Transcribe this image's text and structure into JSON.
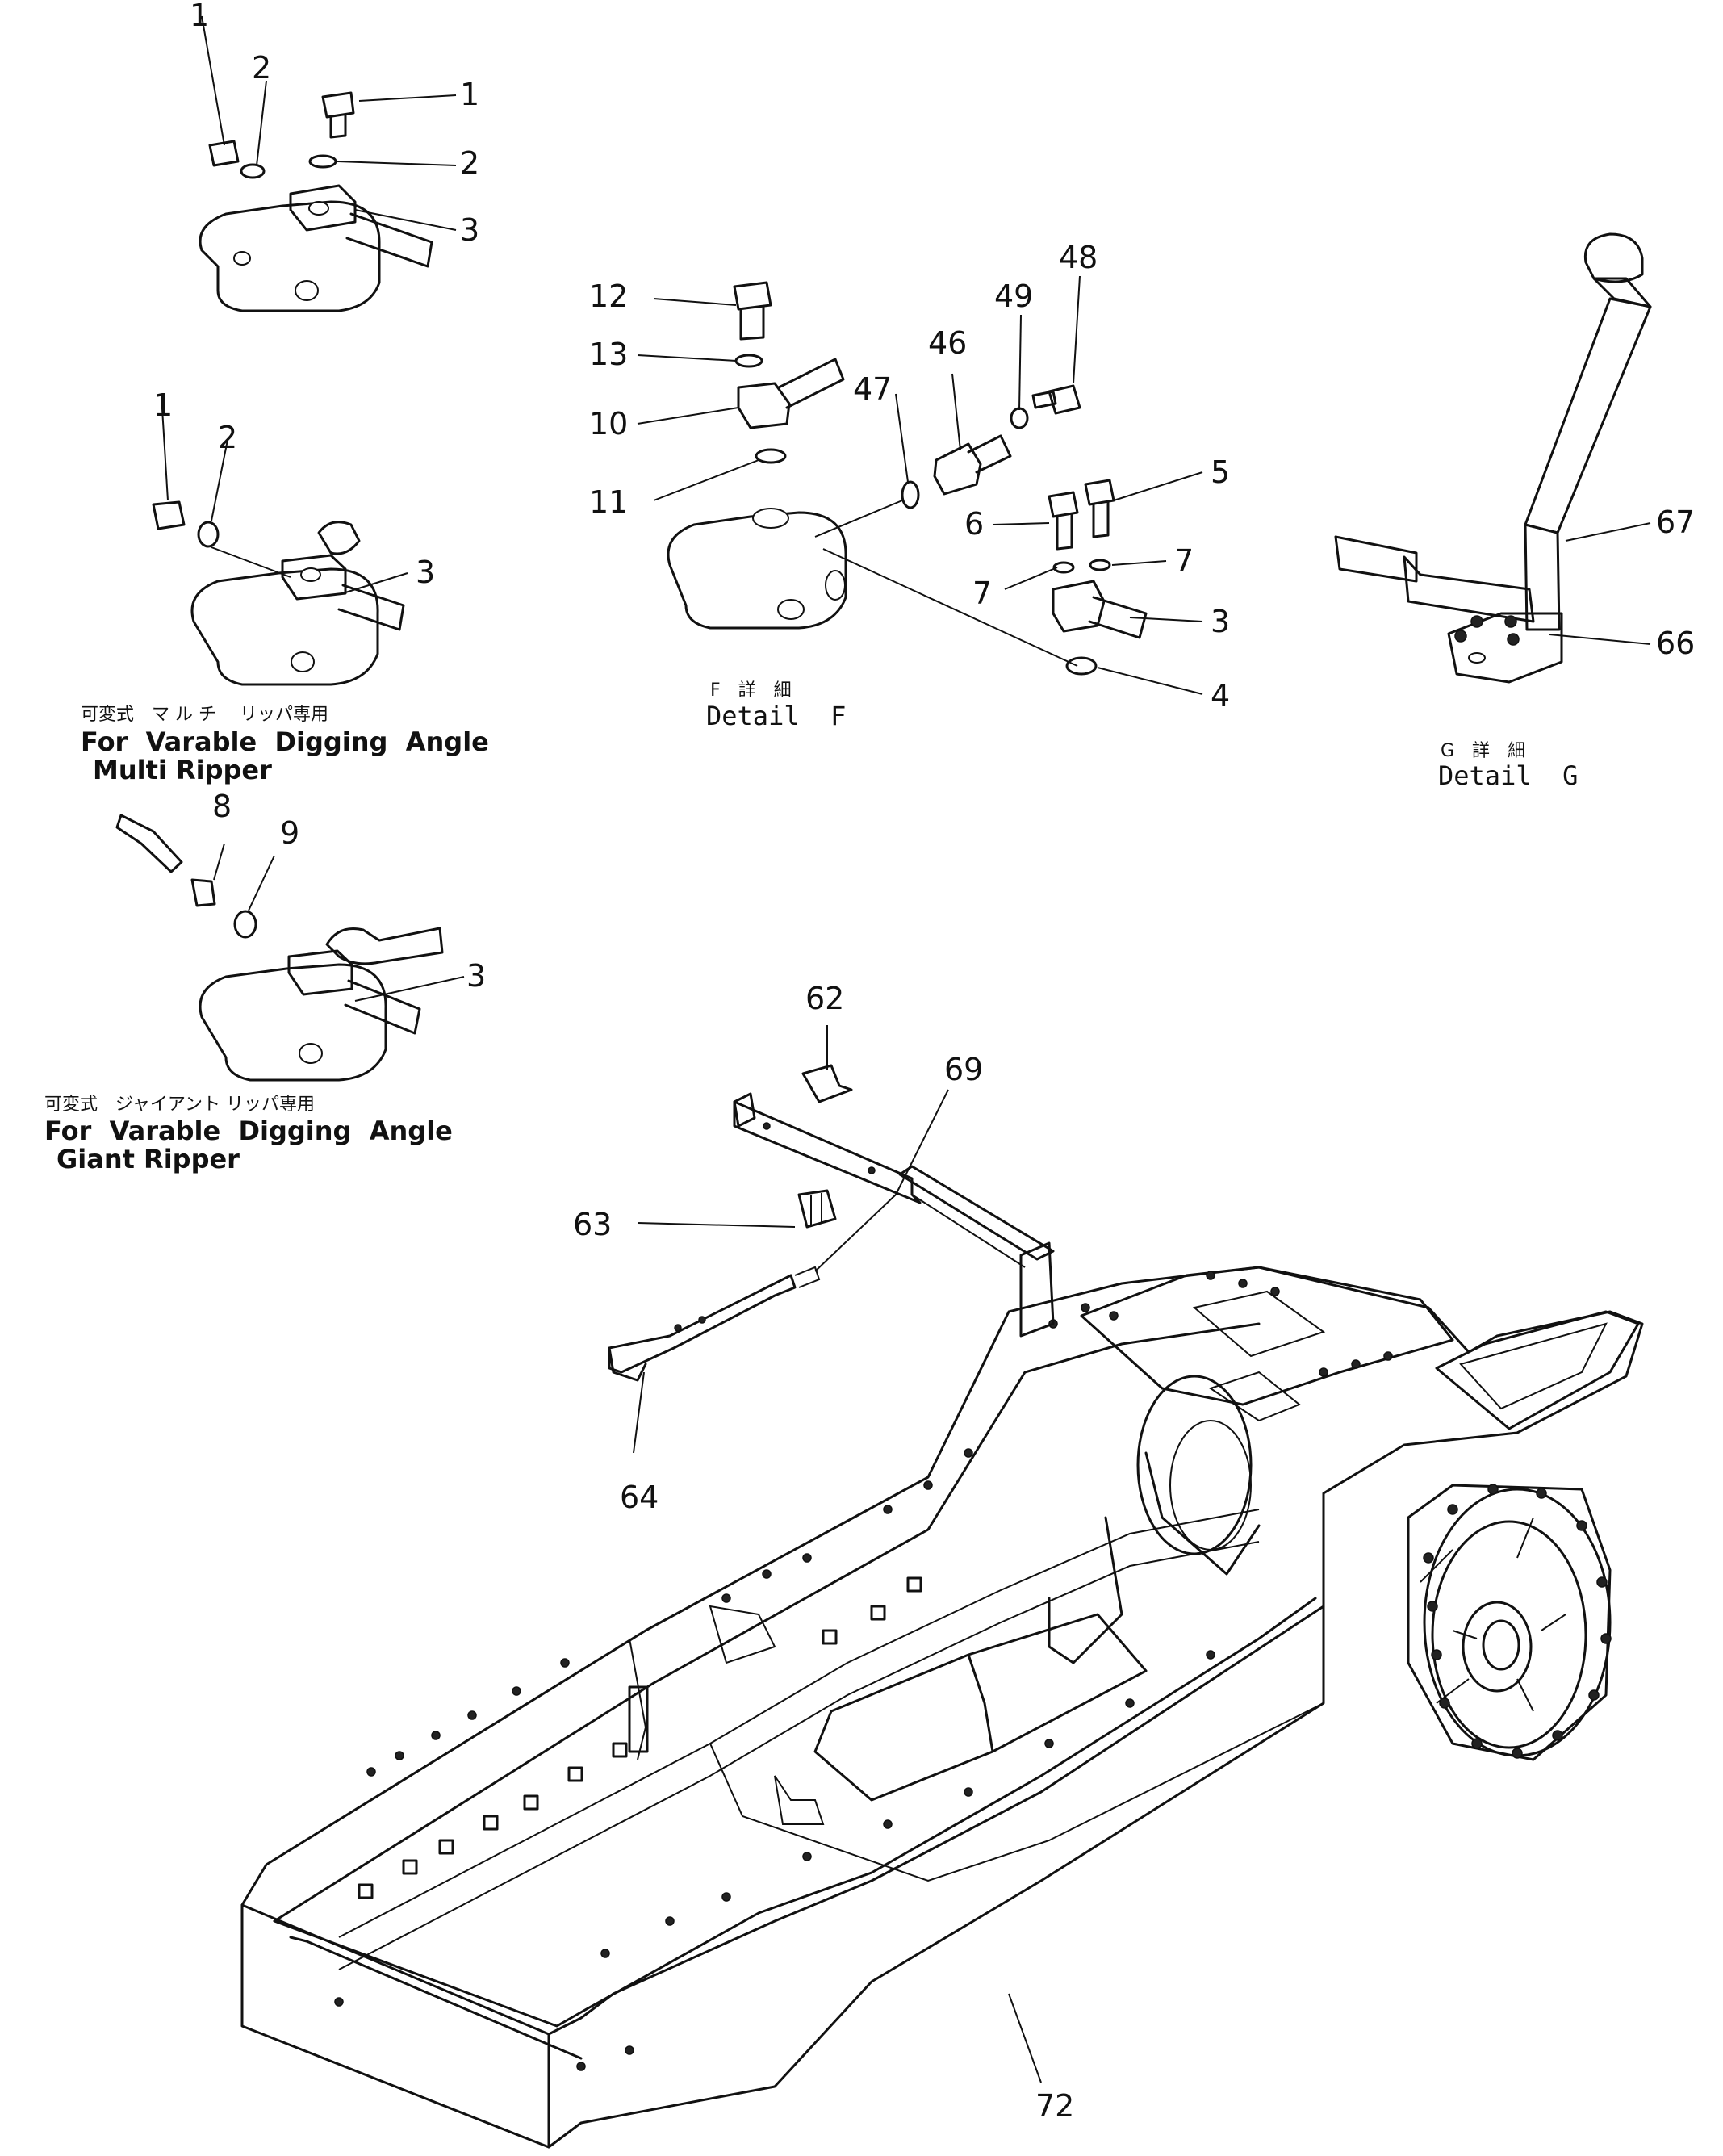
{
  "callouts": [
    {
      "key": "c1a",
      "text": "1"
    },
    {
      "key": "c2a",
      "text": "2"
    },
    {
      "key": "c1b",
      "text": "1"
    },
    {
      "key": "c2b",
      "text": "2"
    },
    {
      "key": "c3a",
      "text": "3"
    },
    {
      "key": "c1c",
      "text": "1"
    },
    {
      "key": "c2c",
      "text": "2"
    },
    {
      "key": "c3b",
      "text": "3"
    },
    {
      "key": "c8",
      "text": "8"
    },
    {
      "key": "c9",
      "text": "9"
    },
    {
      "key": "c3c",
      "text": "3"
    },
    {
      "key": "c12",
      "text": "12"
    },
    {
      "key": "c13",
      "text": "13"
    },
    {
      "key": "c10",
      "text": "10"
    },
    {
      "key": "c11",
      "text": "11"
    },
    {
      "key": "c47",
      "text": "47"
    },
    {
      "key": "c46",
      "text": "46"
    },
    {
      "key": "c49",
      "text": "49"
    },
    {
      "key": "c48",
      "text": "48"
    },
    {
      "key": "c5",
      "text": "5"
    },
    {
      "key": "c6",
      "text": "6"
    },
    {
      "key": "c7a",
      "text": "7"
    },
    {
      "key": "c7b",
      "text": "7"
    },
    {
      "key": "c3d",
      "text": "3"
    },
    {
      "key": "c4",
      "text": "4"
    },
    {
      "key": "c67",
      "text": "67"
    },
    {
      "key": "c66",
      "text": "66"
    },
    {
      "key": "c62",
      "text": "62"
    },
    {
      "key": "c69",
      "text": "69"
    },
    {
      "key": "c63",
      "text": "63"
    },
    {
      "key": "c64",
      "text": "64"
    },
    {
      "key": "c72",
      "text": "72"
    }
  ],
  "captions": {
    "multi_jp": "可変式　マ ル チ　 リッパ専用",
    "multi_en1": "For  Varable  Digging  Angle",
    "multi_en2": "Multi Ripper",
    "giant_jp": "可変式　ジャイアント リッパ専用",
    "giant_en1": "For  Varable  Digging  Angle",
    "giant_en2": "Giant Ripper",
    "detail_f_jp": "F　詳　細",
    "detail_f_en": "Detail  F",
    "detail_g_jp": "G　詳　細",
    "detail_g_en": "Detail  G"
  }
}
